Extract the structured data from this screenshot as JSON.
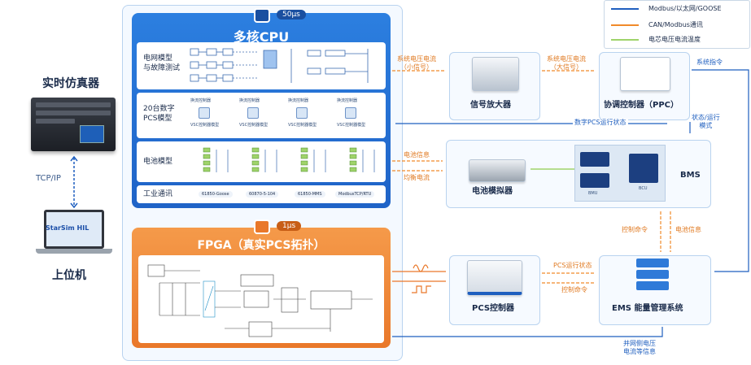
{
  "left": {
    "simulator_title": "实时仿真器",
    "host_title": "上位机",
    "link_label": "TCP/IP",
    "host_logo": "StarSim HIL"
  },
  "cpu": {
    "title": "多核CPU",
    "timestep": "50μs",
    "rows": [
      {
        "label": "电网模型\n与故障测试"
      },
      {
        "label": "20台数字\nPCS模型"
      },
      {
        "label": "电池模型"
      },
      {
        "label": "工业通讯"
      }
    ],
    "pcs_units": [
      "VSC控制器模型",
      "VSC控制器模型",
      "VSC控制器模型",
      "VSC控制器模型"
    ],
    "pcs_unit_top": [
      "换流控制器",
      "换流控制器",
      "换流控制器",
      "换流控制器"
    ],
    "protocols": [
      "61850-Goose",
      "60870-5-104",
      "61850-MMS",
      "ModbusTCP/RTU"
    ]
  },
  "fpga": {
    "title": "FPGA（真实PCS拓扑）",
    "timestep": "1μs"
  },
  "devices": {
    "amplifier": "信号放大器",
    "ppc": "协调控制器（PPC）",
    "battery_sim": "电池模拟器",
    "bms": "BMS",
    "bms_inner_left": "BMU",
    "bms_inner_right": "BCU",
    "pcs_ctrl": "PCS控制器",
    "ems": "EMS 能量管理系统"
  },
  "signals": {
    "sys_small": "系统电压电流\n（小信号）",
    "sys_large": "系统电压电流\n（大信号）",
    "sys_cmd": "系统指令",
    "pcs_status_digital": "数字PCS运行状态",
    "state_mode": "状态/运行\n模式",
    "battery_info": "电池信息",
    "balance_current": "均衡电流",
    "ctrl_cmd_v": "控制命令",
    "battery_info_v": "电池信息",
    "pcs_run_status": "PCS运行状态",
    "ctrl_cmd_h": "控制命令",
    "grid_info": "并网侧电压\n电流等信息"
  },
  "legend": [
    {
      "label": "Modbus/以太网/GOOSE",
      "color": "#1f5fbf"
    },
    {
      "label": "CAN/Modbus通讯",
      "color": "#f08a2a"
    },
    {
      "label": "电芯电压电流温度",
      "color": "#9fd36a"
    }
  ]
}
